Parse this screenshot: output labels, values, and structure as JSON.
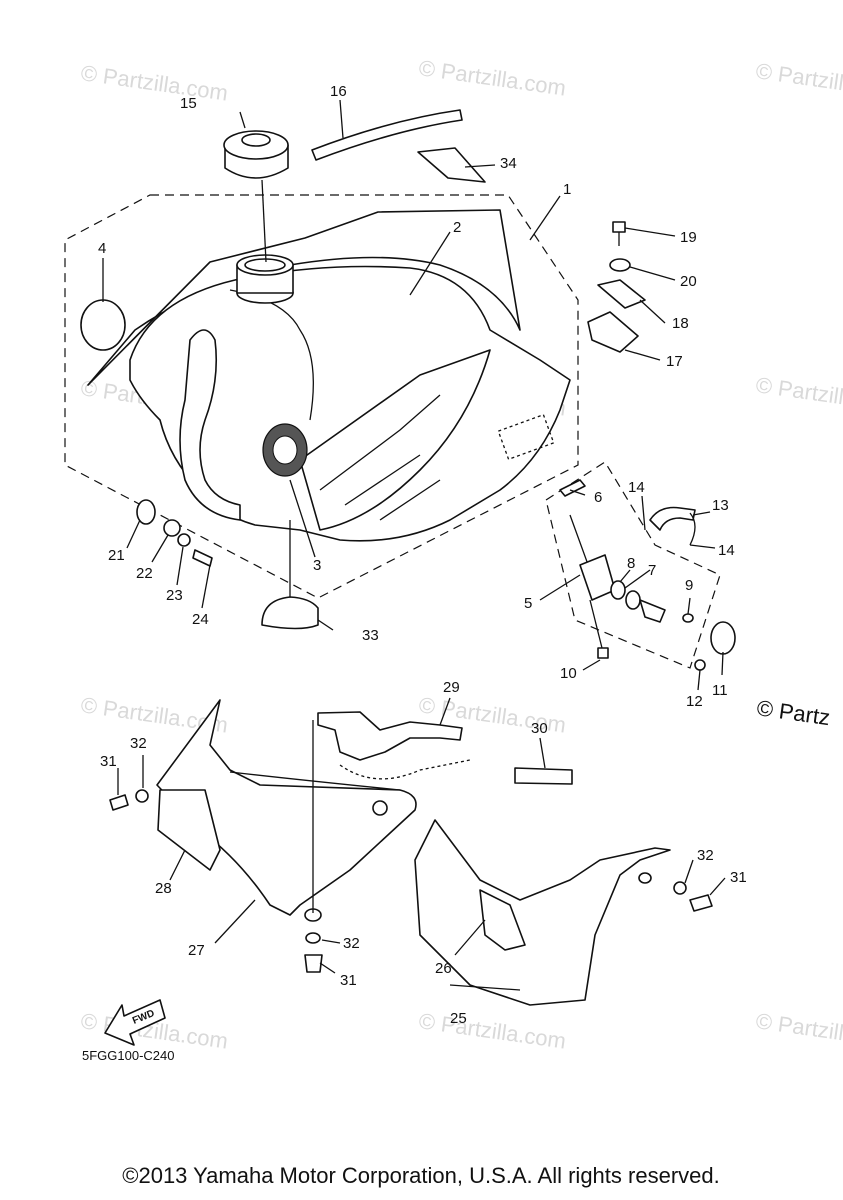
{
  "watermark": "© Partzilla.com",
  "watermark_edge": "© Partz",
  "diagram_code": "5FGG100-C240",
  "fwd_label": "FWD",
  "footer": "©2013 Yamaha Motor Corporation, U.S.A. All rights reserved.",
  "callouts": {
    "c1": "1",
    "c2": "2",
    "c3": "3",
    "c4": "4",
    "c5": "5",
    "c6": "6",
    "c7": "7",
    "c8": "8",
    "c9": "9",
    "c10": "10",
    "c11": "11",
    "c12": "12",
    "c13": "13",
    "c14a": "14",
    "c14b": "14",
    "c15": "15",
    "c16": "16",
    "c17": "17",
    "c18": "18",
    "c19": "19",
    "c20": "20",
    "c21": "21",
    "c22": "22",
    "c23": "23",
    "c24": "24",
    "c25": "25",
    "c26": "26",
    "c27": "27",
    "c28": "28",
    "c29": "29",
    "c30": "30",
    "c31a": "31",
    "c31b": "31",
    "c31c": "31",
    "c32a": "32",
    "c32b": "32",
    "c32c": "32",
    "c33": "33",
    "c34": "34"
  }
}
